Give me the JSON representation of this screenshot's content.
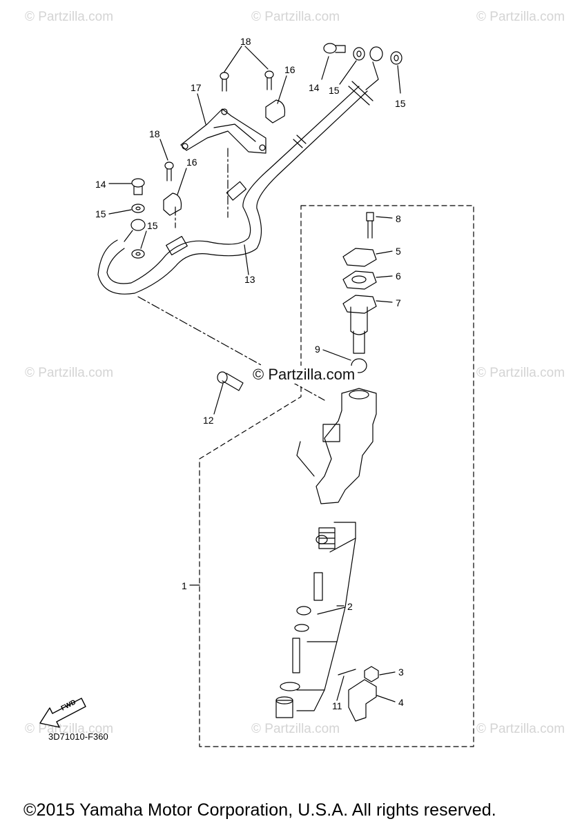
{
  "watermark_text": "© Partzilla.com",
  "center_watermark": "© Partzilla.com",
  "diagram_code": "3D71010-F360",
  "copyright": "©2015 Yamaha Motor Corporation, U.S.A. All rights reserved.",
  "fwd_label": "FWD",
  "callouts": {
    "c1": "1",
    "c2": "2",
    "c3": "3",
    "c4": "4",
    "c5": "5",
    "c6": "6",
    "c7": "7",
    "c8": "8",
    "c9": "9",
    "c11": "11",
    "c12": "12",
    "c13": "13",
    "c14a": "14",
    "c14b": "14",
    "c15a": "15",
    "c15b": "15",
    "c15c": "15",
    "c15d": "15",
    "c16a": "16",
    "c16b": "16",
    "c17": "17",
    "c18a": "18",
    "c18b": "18"
  }
}
